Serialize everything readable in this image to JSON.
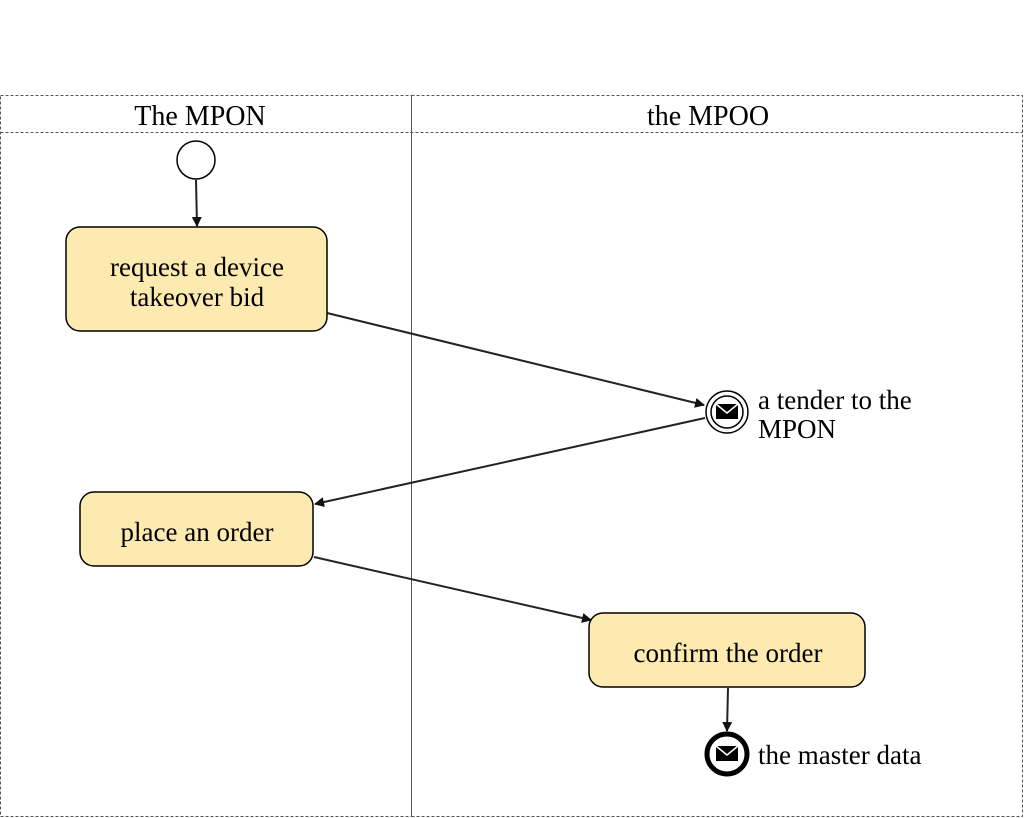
{
  "lanes": [
    {
      "title": "The MPON"
    },
    {
      "title": "the MPOO"
    }
  ],
  "tasks": {
    "request_bid": {
      "lines": [
        "request a device",
        "takeover bid"
      ]
    },
    "place_order": {
      "lines": [
        "place an order"
      ]
    },
    "confirm_order": {
      "lines": [
        "confirm the order"
      ]
    }
  },
  "events": {
    "start": {
      "type": "start-event"
    },
    "tender": {
      "type": "intermediate-message-event",
      "label_lines": [
        "a tender to the",
        "MPON"
      ]
    },
    "master_data": {
      "type": "end-message-event",
      "label_lines": [
        "the master data"
      ]
    }
  },
  "colors": {
    "task_fill": "#fdeab0",
    "stroke": "#000000",
    "lane_border": "#555555"
  }
}
